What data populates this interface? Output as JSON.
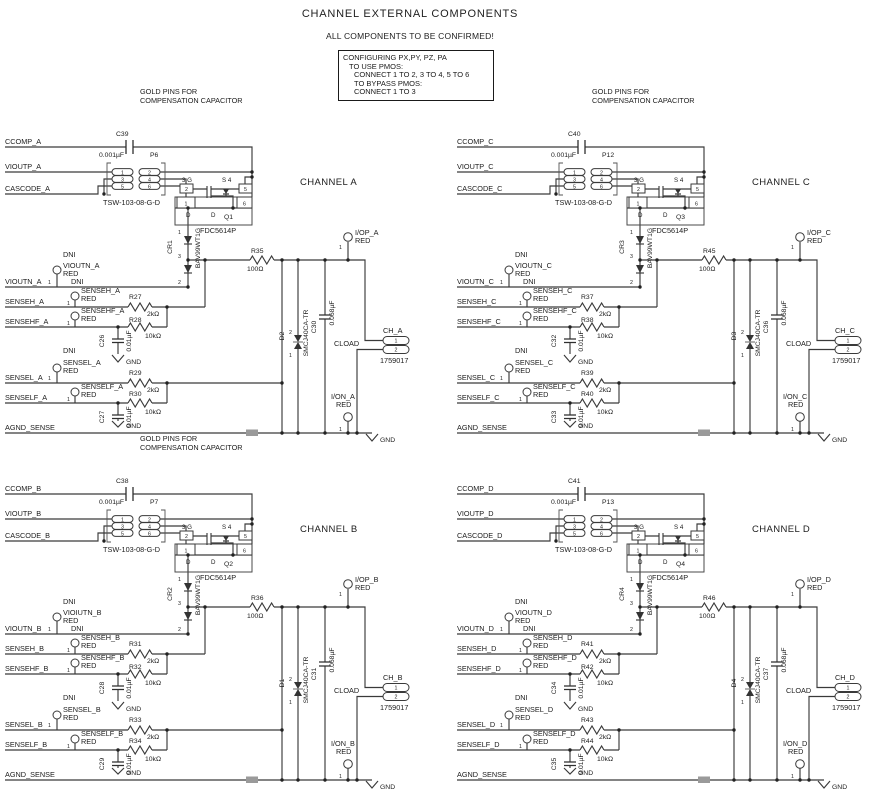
{
  "page": {
    "title": "CHANNEL  EXTERNAL  COMPONENTS",
    "subtitle": "ALL COMPONENTS TO BE CONFIRMED!",
    "note_lines": [
      "CONFIGURING PX,PY, PZ, PA",
      "TO USE PMOS:",
      "CONNECT 1 TO 2, 3 TO 4, 5 TO 6",
      "TO BYPASS PMOS:",
      "CONNECT 1 TO 3"
    ]
  },
  "shared": {
    "gold1": "GOLD PINS FOR",
    "gold2": "COMPENSATION CAPACITOR",
    "header_part": "TSW-103-08-G-D",
    "fet_part": "FDC5614P",
    "diode_part": "BAV99WT1G",
    "tvs_part": "SMCJ40CA-TR",
    "ch_part": "1759017",
    "ccap_val": "0.001µF",
    "r_out_val": "100Ω",
    "r_top_val": "2kΩ",
    "r_bot_val": "10kΩ",
    "cfilt_val": "0.01µF",
    "cload_val": "0.068µF",
    "cload_label": "CLOAD",
    "agnd": "AGND_SENSE",
    "gnd": "GND",
    "red": "RED",
    "dni": "DNI",
    "g_label": "3 G",
    "s_label": "S 4",
    "d_label": "D",
    "pin1": "1",
    "pin2": "2",
    "pin3": "3",
    "pin4": "4",
    "pin5": "5",
    "pin6": "6",
    "tvs_pin_top": "2",
    "tvs_pin_bot": "1",
    "diode_pin_top": "1",
    "diode_pin_mid": "3",
    "diode_pin_bot": "2"
  },
  "channels": [
    {
      "title": "CHANNEL A",
      "gold1": "GOLD PINS FOR",
      "gold2": "COMPENSATION CAPACITOR",
      "ccomp": "CCOMP_A",
      "ccap_ref": "C39",
      "header_ref": "P6",
      "vioutp": "VIOUTP_A",
      "cascode": "CASCODE_A",
      "fet_ref": "Q1",
      "diode_ref": "CR1",
      "r_out_ref": "R35",
      "vioutn": "VIOUTN_A",
      "vioutn_tp": "VIOUTN_A",
      "senseh": "SENSEH_A",
      "senseh_tp": "SENSEH_A",
      "r1": "R27",
      "r2": "R28",
      "sensehf": "SENSEHF_A",
      "sensehf_tp": "SENSEHF_A",
      "c1": "C26",
      "sensel": "SENSEL_A",
      "sensel_tp": "SENSEL_A",
      "r3": "R29",
      "r4": "R30",
      "senself": "SENSELF_A",
      "senself_tp": "SENSELF_A",
      "c2": "C27",
      "tvs_ref": "D2",
      "cload_ref": "C30",
      "ch_ref": "CH_A",
      "iop": "I/OP_A",
      "ion": "I/ON_A"
    },
    {
      "title": "CHANNEL C",
      "gold1": "GOLD PINS FOR",
      "gold2": "COMPENSATION CAPACITOR",
      "ccomp": "CCOMP_C",
      "ccap_ref": "C40",
      "header_ref": "P12",
      "vioutp": "VIOUTP_C",
      "cascode": "CASCODE_C",
      "fet_ref": "Q3",
      "diode_ref": "CR3",
      "r_out_ref": "R45",
      "vioutn": "VIOUTN_C",
      "vioutn_tp": "VIOUTN_C",
      "senseh": "SENSEH_C",
      "senseh_tp": "SENSEH_C",
      "r1": "R37",
      "r2": "R38",
      "sensehf": "SENSEHF_C",
      "sensehf_tp": "SENSEHF_C",
      "c1": "C32",
      "sensel": "SENSEL_C",
      "sensel_tp": "SENSEL_C",
      "r3": "R39",
      "r4": "R40",
      "senself": "SENSELF_C",
      "senself_tp": "SENSELF_C",
      "c2": "C33",
      "tvs_ref": "D3",
      "cload_ref": "C36",
      "ch_ref": "CH_C",
      "iop": "I/OP_C",
      "ion": "I/ON_C"
    },
    {
      "title": "CHANNEL B",
      "gold1": "GOLD PINS FOR",
      "gold2": "COMPENSATION CAPACITOR",
      "ccomp": "CCOMP_B",
      "ccap_ref": "C38",
      "header_ref": "P7",
      "vioutp": "VIOUTP_B",
      "cascode": "CASCODE_B",
      "fet_ref": "Q2",
      "diode_ref": "CR2",
      "r_out_ref": "R36",
      "vioutn": "VIOUTN_B",
      "vioutn_tp": "VIOIUTN_B",
      "senseh": "SENSEH_B",
      "senseh_tp": "SENSEH_B",
      "r1": "R31",
      "r2": "R32",
      "sensehf": "SENSEHF_B",
      "sensehf_tp": "SENSEHF_B",
      "c1": "C28",
      "sensel": "SENSEL_B",
      "sensel_tp": "SENSEL_B",
      "r3": "R33",
      "r4": "R34",
      "senself": "SENSELF_B",
      "senself_tp": "SENSELF_B",
      "c2": "C29",
      "tvs_ref": "D1",
      "cload_ref": "C31",
      "ch_ref": "CH_B",
      "iop": "I/OP_B",
      "ion": "I/ON_B"
    },
    {
      "title": "CHANNEL D",
      "ccomp": "CCOMP_D",
      "ccap_ref": "C41",
      "header_ref": "P13",
      "vioutp": "VIOUTP_D",
      "cascode": "CASCODE_D",
      "fet_ref": "Q4",
      "diode_ref": "CR4",
      "r_out_ref": "R46",
      "vioutn": "VIOUTN_D",
      "vioutn_tp": "VIOUTN_D",
      "senseh": "SENSEH_D",
      "senseh_tp": "SENSEH_D",
      "r1": "R41",
      "r2": "R42",
      "sensehf": "SENSEHF_D",
      "sensehf_tp": "SENSEHF_D",
      "c1": "C34",
      "sensel": "SENSEL_D",
      "sensel_tp": "SENSEL_D",
      "r3": "R43",
      "r4": "R44",
      "senself": "SENSELF_D",
      "senself_tp": "SENSELF_D",
      "c2": "C35",
      "tvs_ref": "D4",
      "cload_ref": "C37",
      "ch_ref": "CH_D",
      "iop": "I/OP_D",
      "ion": "I/ON_D"
    }
  ]
}
